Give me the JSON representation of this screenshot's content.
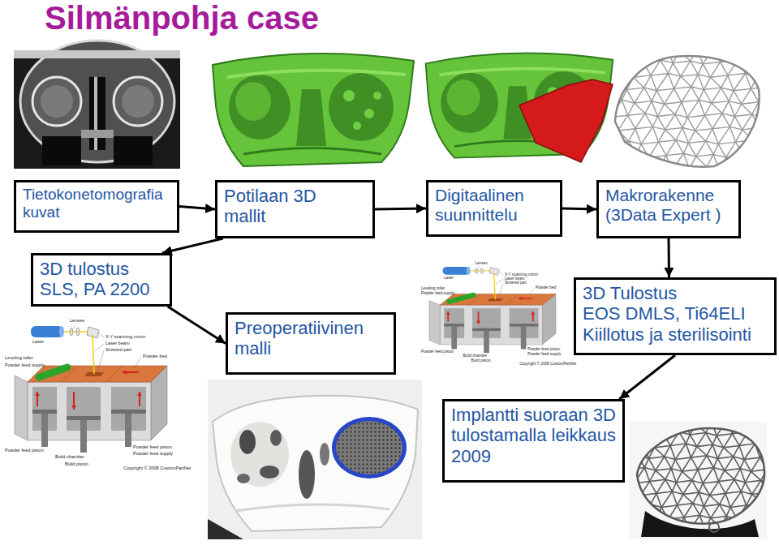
{
  "diagram": {
    "title": "Silmänpohja case",
    "nodes": [
      {
        "text": [
          "Tietokonetomografia kuvat"
        ]
      },
      {
        "text": [
          "Potilaan 3D mallit"
        ]
      },
      {
        "text": [
          "Digitaalinen suunnittelu"
        ]
      },
      {
        "text": [
          "Makrorakenne (3Data Expert )"
        ]
      },
      {
        "text": [
          "3D tulostus SLS, PA 2200"
        ]
      },
      {
        "text": [
          "Preoperatiivinen malli"
        ]
      },
      {
        "text": [
          "3D Tulostus",
          "EOS DMLS, Ti64ELI",
          "Kiillotus ja sterilisointi"
        ]
      },
      {
        "text": [
          "Implantti suoraan 3D tulostamalla leikkaus 2009"
        ]
      }
    ],
    "edges": [
      {
        "from": 0,
        "to": 1,
        "arrow": "to"
      },
      {
        "from": 1,
        "to": 2,
        "arrow": "to"
      },
      {
        "from": 2,
        "to": 3,
        "arrow": "to"
      },
      {
        "from": 1,
        "to": 4,
        "arrow": "to"
      },
      {
        "from": 4,
        "to": 5,
        "arrow": "to"
      },
      {
        "from": 3,
        "to": 6,
        "arrow": "to"
      },
      {
        "from": 6,
        "to": 7,
        "arrow": "to"
      }
    ],
    "labels": [
      "Lenses",
      "X-Y scanning mirror",
      "Laser beam",
      "Sintered part",
      "Laser",
      "Leveling roller",
      "Powder feed supply",
      "Powder bed",
      "Powder feed piston",
      "Build chamber",
      "Build piston",
      "Powder feed piston",
      "Powder feed supply",
      "Copyright © 2008 CustomPartNet",
      "Lenses",
      "X-Y scanning mirror",
      "Laser beam",
      "Sintered part",
      "Laser",
      "Leveling roller",
      "Powder feed supply",
      "Powder bed",
      "Powder feed piston",
      "Build chamber",
      "Build piston",
      "Powder feed piston",
      "Powder feed supply",
      "Copyright © 2008 CustomPartNet"
    ]
  }
}
